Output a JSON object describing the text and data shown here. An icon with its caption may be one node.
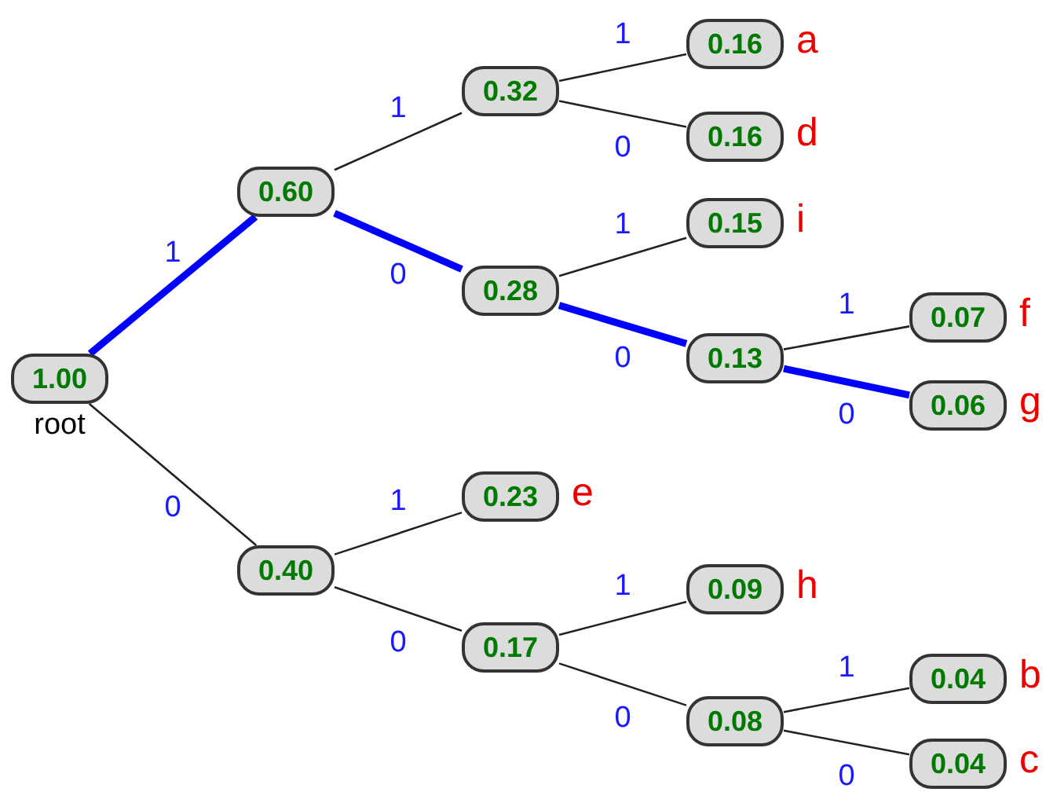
{
  "diagram": {
    "nodes": [
      {
        "text": [
          "1.00"
        ],
        "beside": [
          "root"
        ]
      },
      {
        "text": [
          "0.60"
        ]
      },
      {
        "text": [
          "0.40"
        ]
      },
      {
        "text": [
          "0.32"
        ]
      },
      {
        "text": [
          "0.28"
        ]
      },
      {
        "text": [
          "0.23"
        ],
        "beside": [
          "e"
        ]
      },
      {
        "text": [
          "0.17"
        ]
      },
      {
        "text": [
          "0.16"
        ],
        "beside": [
          "a"
        ]
      },
      {
        "text": [
          "0.16"
        ],
        "beside": [
          "d"
        ]
      },
      {
        "text": [
          "0.15"
        ],
        "beside": [
          "i"
        ]
      },
      {
        "text": [
          "0.13"
        ]
      },
      {
        "text": [
          "0.09"
        ],
        "beside": [
          "h"
        ]
      },
      {
        "text": [
          "0.08"
        ]
      },
      {
        "text": [
          "0.07"
        ],
        "beside": [
          "f"
        ]
      },
      {
        "text": [
          "0.06"
        ],
        "beside": [
          "g"
        ]
      },
      {
        "text": [
          "0.04"
        ],
        "beside": [
          "b"
        ]
      },
      {
        "text": [
          "0.04"
        ],
        "beside": [
          "c"
        ]
      }
    ],
    "edges": [
      {
        "from": 0,
        "to": 1,
        "arrow": "none",
        "label": "1",
        "style": "thick",
        "color": "#0000ff"
      },
      {
        "from": 0,
        "to": 2,
        "arrow": "none",
        "label": "0"
      },
      {
        "from": 1,
        "to": 3,
        "arrow": "none",
        "label": "1"
      },
      {
        "from": 1,
        "to": 4,
        "arrow": "none",
        "label": "0",
        "style": "thick",
        "color": "#0000ff"
      },
      {
        "from": 2,
        "to": 5,
        "arrow": "none",
        "label": "1"
      },
      {
        "from": 2,
        "to": 6,
        "arrow": "none",
        "label": "0"
      },
      {
        "from": 3,
        "to": 7,
        "arrow": "none",
        "label": "1"
      },
      {
        "from": 3,
        "to": 8,
        "arrow": "none",
        "label": "0"
      },
      {
        "from": 4,
        "to": 9,
        "arrow": "none",
        "label": "1"
      },
      {
        "from": 4,
        "to": 10,
        "arrow": "none",
        "label": "0",
        "style": "thick",
        "color": "#0000ff"
      },
      {
        "from": 6,
        "to": 11,
        "arrow": "none",
        "label": "1"
      },
      {
        "from": 6,
        "to": 12,
        "arrow": "none",
        "label": "0"
      },
      {
        "from": 10,
        "to": 13,
        "arrow": "none",
        "label": "1"
      },
      {
        "from": 10,
        "to": 14,
        "arrow": "none",
        "label": "0",
        "style": "thick",
        "color": "#0000ff"
      },
      {
        "from": 12,
        "to": 15,
        "arrow": "none",
        "label": "1"
      },
      {
        "from": 12,
        "to": 16,
        "arrow": "none",
        "label": "0"
      }
    ]
  }
}
